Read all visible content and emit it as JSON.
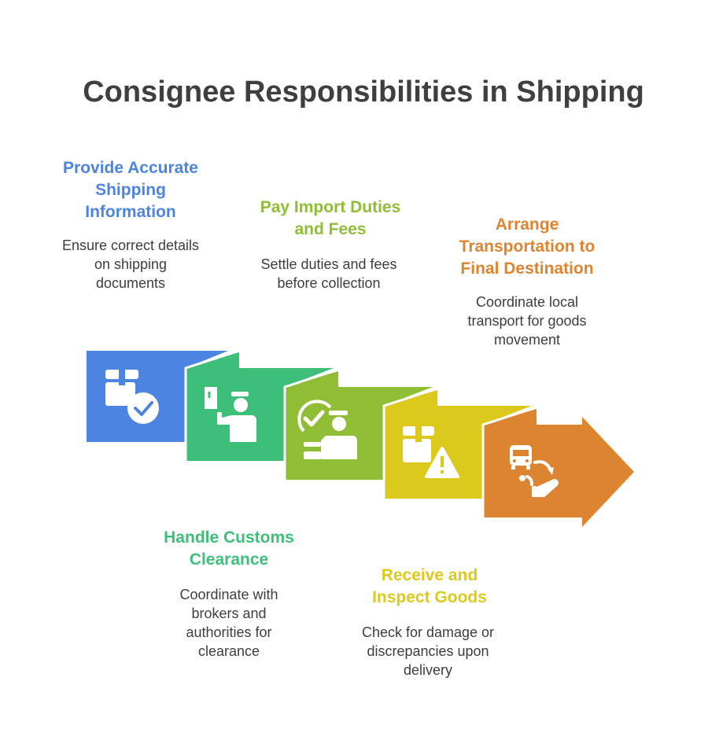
{
  "title": "Consignee Responsibilities in Shipping",
  "colors": {
    "blue": "#4b84e1",
    "green": "#3ebf79",
    "lime": "#8fbd35",
    "yellow": "#dcc91c",
    "orange": "#dd8431",
    "text": "#3d3d3d"
  },
  "steps": [
    {
      "title": "Provide Accurate Shipping Information",
      "desc": "Ensure correct details on shipping documents",
      "icon": "box-check-icon"
    },
    {
      "title": "Handle Customs Clearance",
      "desc": "Coordinate with brokers and authorities for clearance",
      "icon": "customs-officer-icon"
    },
    {
      "title": "Pay Import Duties and Fees",
      "desc": "Settle duties and fees before collection",
      "icon": "checklist-officer-icon"
    },
    {
      "title": "Receive and Inspect Goods",
      "desc": "Check for damage or discrepancies upon delivery",
      "icon": "box-warning-icon"
    },
    {
      "title": "Arrange Transportation to Final Destination",
      "desc": "Coordinate local transport for goods movement",
      "icon": "bus-delivery-icon"
    }
  ]
}
